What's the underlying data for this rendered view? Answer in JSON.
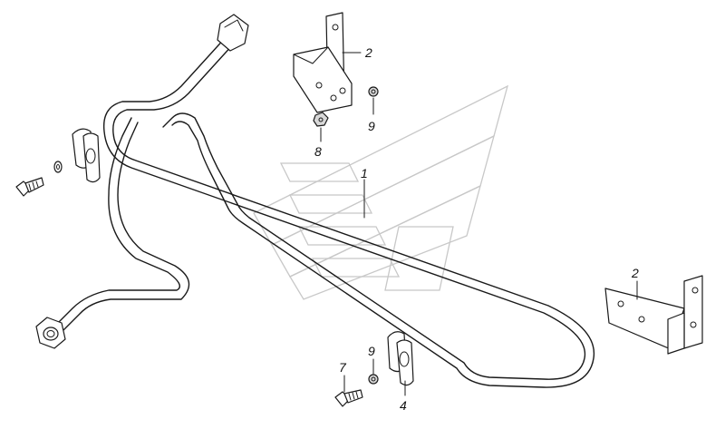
{
  "callouts": {
    "tube": "1",
    "bracket_top": "2",
    "bracket_right": "2",
    "clamp": "4",
    "bolt": "7",
    "nut": "8",
    "washer_top": "9",
    "washer_bottom": "9"
  }
}
